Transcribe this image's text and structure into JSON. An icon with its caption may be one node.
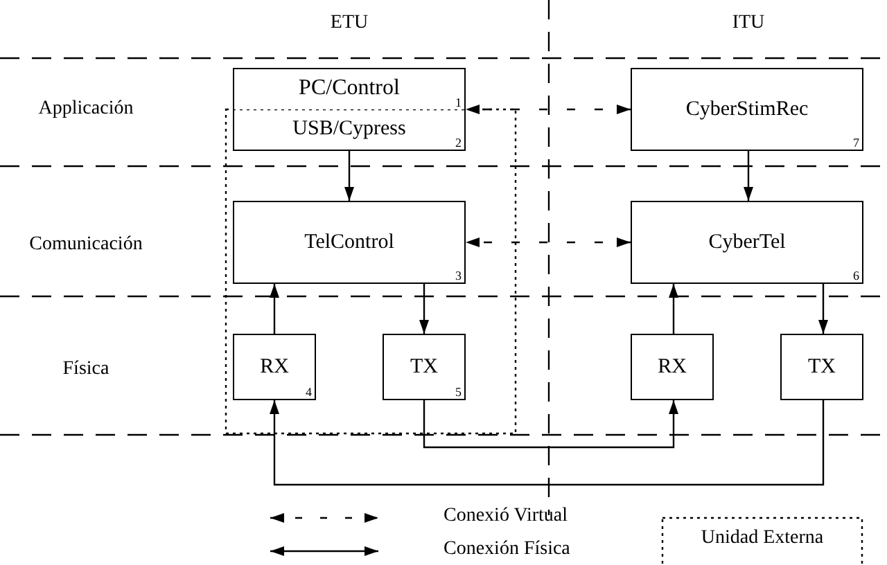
{
  "diagram": {
    "nodes": [
      {
        "text": [
          "PC/Control",
          "1"
        ]
      },
      {
        "text": [
          "USB/Cypress",
          "2"
        ]
      },
      {
        "text": [
          "TelControl",
          "3"
        ]
      },
      {
        "text": [
          "RX",
          "4"
        ]
      },
      {
        "text": [
          "TX",
          "5"
        ]
      },
      {
        "text": [
          "CyberStimRec",
          "7"
        ]
      },
      {
        "text": [
          "CyberTel",
          "6"
        ]
      },
      {
        "text": [
          "RX"
        ]
      },
      {
        "text": [
          "TX"
        ]
      }
    ],
    "edges": [
      {
        "from": 1,
        "to": 2,
        "arrow": "to"
      },
      {
        "from": 3,
        "to": 2,
        "arrow": "to"
      },
      {
        "from": 2,
        "to": 4,
        "arrow": "to"
      },
      {
        "from": 5,
        "to": 0,
        "arrow": "both",
        "style": "dashed"
      },
      {
        "from": 6,
        "to": 2,
        "arrow": "both",
        "style": "dashed"
      },
      {
        "from": 5,
        "to": 6,
        "arrow": "to"
      },
      {
        "from": 7,
        "to": 6,
        "arrow": "to"
      },
      {
        "from": 6,
        "to": 8,
        "arrow": "to"
      },
      {
        "from": 4,
        "to": 7,
        "arrow": "to"
      },
      {
        "from": 8,
        "to": 3,
        "arrow": "to"
      }
    ],
    "labels": [
      "ETU",
      "ITU",
      "Applicación",
      "Comunicación",
      "Física"
    ],
    "legend": [
      {
        "text": "Conexió Virtual"
      },
      {
        "text": "Conexión Física"
      },
      {
        "text": "Unidad Externa"
      }
    ]
  }
}
